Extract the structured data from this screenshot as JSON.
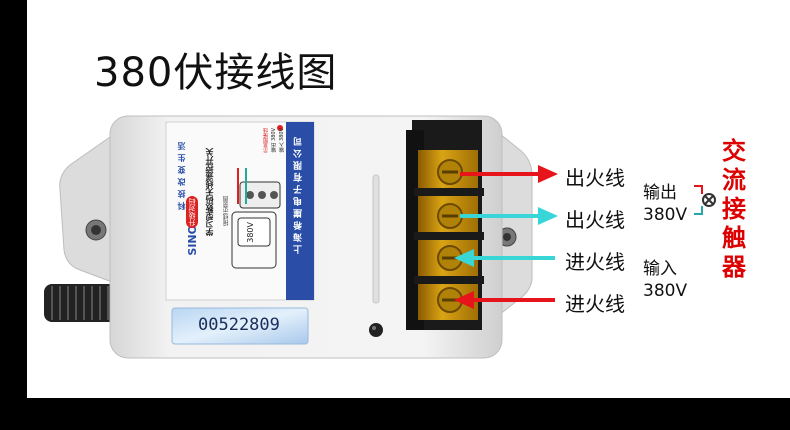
{
  "title": "380伏接线图",
  "labels": {
    "out1": "出火线",
    "out2": "出火线",
    "in1": "进火线",
    "in2": "进火线"
  },
  "output_side": {
    "line1": "输出",
    "line2": "380V"
  },
  "input_side": {
    "line1": "输入",
    "line2": "380V"
  },
  "contactor": [
    "交",
    "流",
    "接",
    "触",
    "器"
  ],
  "device": {
    "brand": "SINOYA",
    "badge": "升级对码",
    "model_text": "学习型数码无线遥控开关",
    "company": "上海希崖电子有限公司",
    "tagline": "科技改变生活",
    "wiring_caption": "接线示意图",
    "voltage_box": "380V",
    "serial": "00522809",
    "label_heading": "示意图接线",
    "label_out": "输出 380V",
    "label_in": "输入 380V"
  },
  "colors": {
    "red_arrow": "#e8141c",
    "cyan_arrow": "#38d6d6",
    "contactor_text": "#dd0000",
    "connector_green": "#27a8a8",
    "brand_blue": "#2a4ea8",
    "terminal_amber": "#c9960a"
  }
}
